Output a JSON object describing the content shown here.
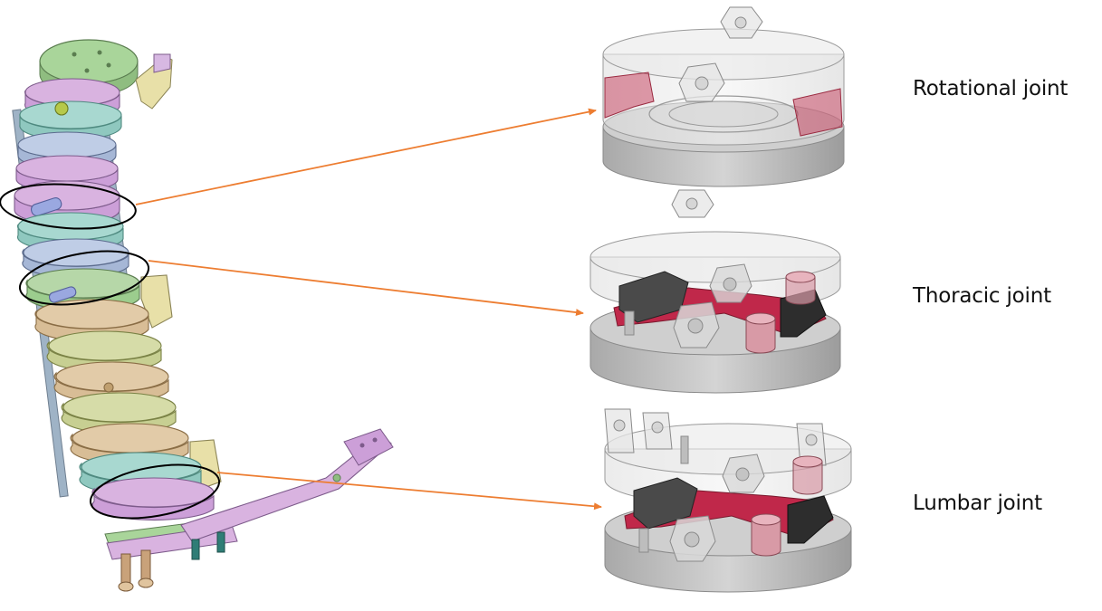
{
  "labels": {
    "rotational": "Rotational joint",
    "thoracic": "Thoracic joint",
    "lumbar": "Lumbar joint"
  },
  "colors": {
    "arrow": "#ED7D31",
    "highlight_ellipse": "#000000",
    "joint_red": "#C0284A",
    "joint_grey": "#BEBEBE",
    "module_green": "#B6D7A8",
    "module_pink": "#D9B3E0",
    "module_teal": "#A8D8D0",
    "module_tan": "#E2CBA8"
  }
}
